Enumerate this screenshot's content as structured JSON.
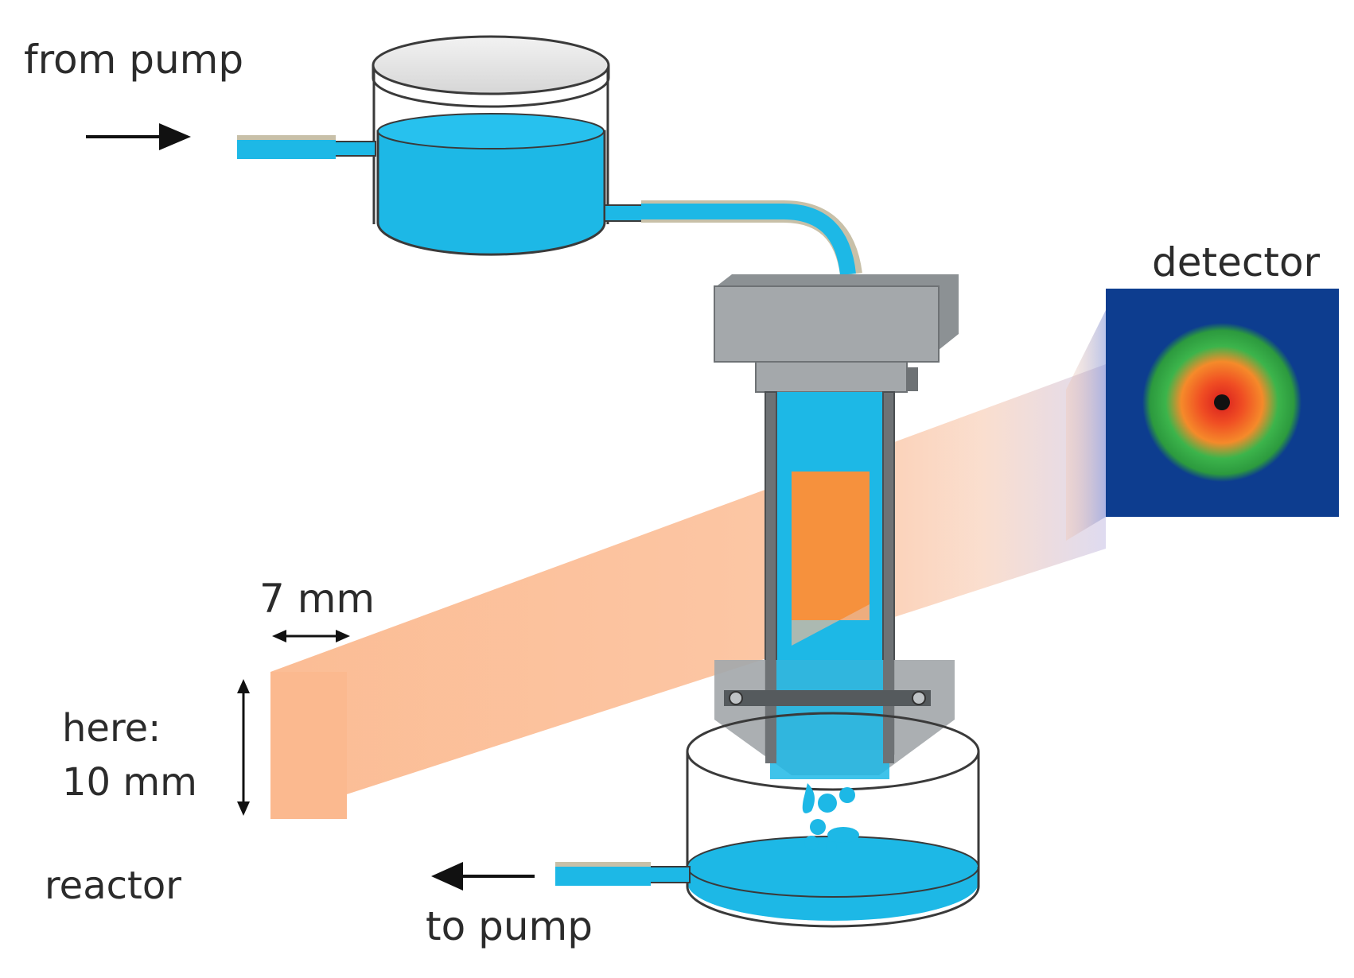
{
  "labels": {
    "from_pump": "from pump",
    "to_pump": "to pump",
    "detector": "detector",
    "beam_width": "7 mm",
    "beam_height_line1": "here:",
    "beam_height_line2": "10 mm",
    "reactor": "reactor"
  },
  "colors": {
    "water": "#1db8e6",
    "water_dark": "#0fa3d3",
    "beam": "#fbb98f",
    "beam_core": "#f6913d",
    "holder_grey": "#9ea2a5",
    "holder_dark": "#6e7275",
    "detector_bg": "#0d3d8f",
    "ring_green": "#35b34a",
    "ring_red": "#f04e23",
    "arrow": "#111111"
  },
  "icons": {
    "inflow_arrow": "arrow-right-icon",
    "outflow_arrow": "arrow-left-icon",
    "width_dimension": "double-arrow-horizontal-icon",
    "height_dimension": "double-arrow-vertical-icon"
  }
}
